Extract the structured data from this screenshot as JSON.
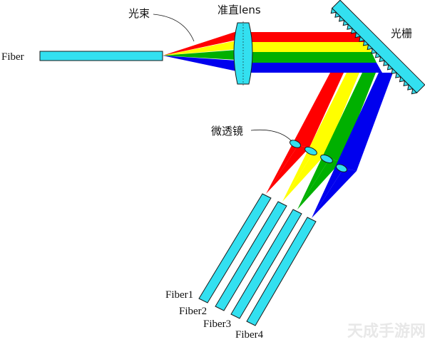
{
  "labels": {
    "fiber_in": "Fiber",
    "beam": "光束",
    "collimating_lens": "准直lens",
    "grating": "光栅",
    "microlens": "微透镜",
    "fiber_outputs": [
      "Fiber1",
      "Fiber2",
      "Fiber3",
      "Fiber4"
    ]
  },
  "beam_colors": {
    "red": "#ff0000",
    "yellow": "#ffff00",
    "green": "#00b000",
    "blue": "#0000ee"
  },
  "component_colors": {
    "fiber_fill": "#33e0f0",
    "lens_fill": "#33e0f0",
    "outline": "#1a1a1a"
  },
  "watermark": "天成手游网"
}
